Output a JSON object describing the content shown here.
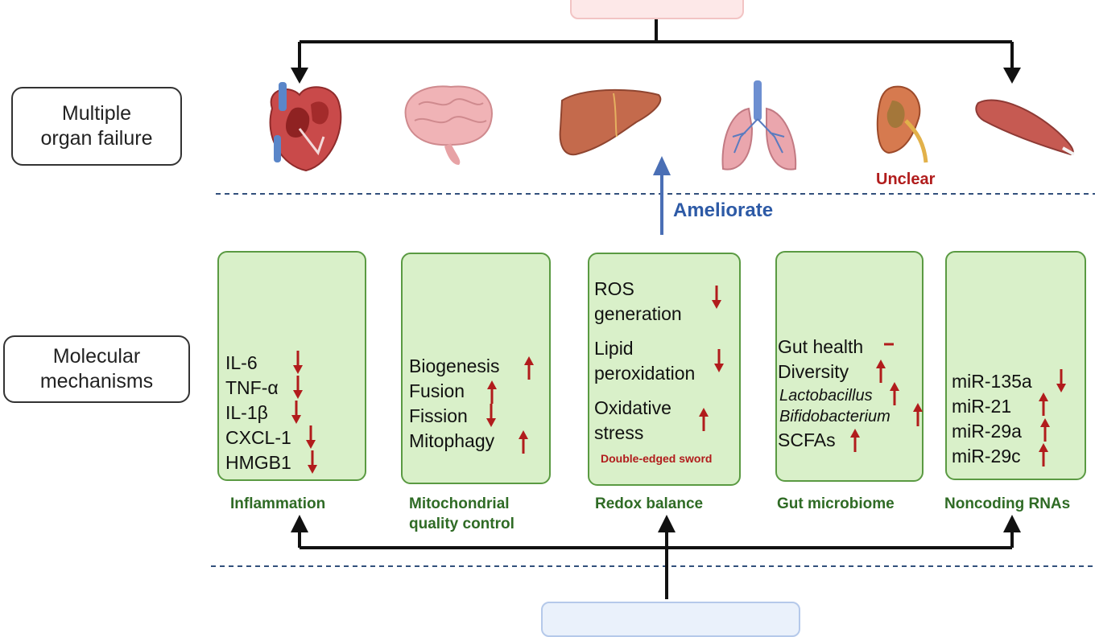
{
  "labels": {
    "organ_failure": "Multiple\norgan  failure",
    "molecular": "Molecular\nmechanisms"
  },
  "ameliorate": "Ameliorate",
  "unclear": "Unclear",
  "organs": [
    "heart",
    "brain",
    "liver",
    "lungs",
    "kidney",
    "muscle"
  ],
  "mechanisms": [
    {
      "title": "Inflammation",
      "items": [
        {
          "text": "IL-6",
          "dir": "down"
        },
        {
          "text": "TNF-α",
          "dir": "down"
        },
        {
          "text": "IL-1β",
          "dir": "down"
        },
        {
          "text": "CXCL-1",
          "dir": "down"
        },
        {
          "text": "HMGB1",
          "dir": "down"
        }
      ]
    },
    {
      "title": "Mitochondrial\nquality control",
      "items": [
        {
          "text": "Biogenesis",
          "dir": "up"
        },
        {
          "text": "Fusion",
          "dir": "up"
        },
        {
          "text": "Fission",
          "dir": "down"
        },
        {
          "text": "Mitophagy",
          "dir": "up"
        }
      ]
    },
    {
      "title": "Redox balance",
      "items": [
        {
          "text": "ROS",
          "dir": ""
        },
        {
          "text": "generation",
          "dir": "down"
        },
        {
          "text": "Lipid",
          "dir": ""
        },
        {
          "text": "peroxidation",
          "dir": "down"
        },
        {
          "text": "Oxidative",
          "dir": ""
        },
        {
          "text": "stress",
          "dir": "up"
        }
      ],
      "note": "Double-edged sword"
    },
    {
      "title": "Gut microbiome",
      "items": [
        {
          "text": "Gut health",
          "dir": "neutral"
        },
        {
          "text": "Diversity",
          "dir": "up"
        },
        {
          "text": "Lactobacillus",
          "dir": "up",
          "italic": true
        },
        {
          "text": "Bifidobacterium",
          "dir": "up",
          "italic": true
        },
        {
          "text": "SCFAs",
          "dir": "up"
        }
      ]
    },
    {
      "title": "Noncoding RNAs",
      "items": [
        {
          "text": "miR-135a",
          "dir": "down"
        },
        {
          "text": "miR-21",
          "dir": "up"
        },
        {
          "text": "miR-29a",
          "dir": "up"
        },
        {
          "text": "miR-29c",
          "dir": "up"
        }
      ]
    }
  ],
  "colors": {
    "box_fill": "#d9f0c9",
    "box_border": "#5a9a42",
    "title_green": "#2f6b25",
    "arrow_red": "#b11c1c",
    "arrow_blue": "#4a6fb5",
    "connector": "#111111"
  }
}
